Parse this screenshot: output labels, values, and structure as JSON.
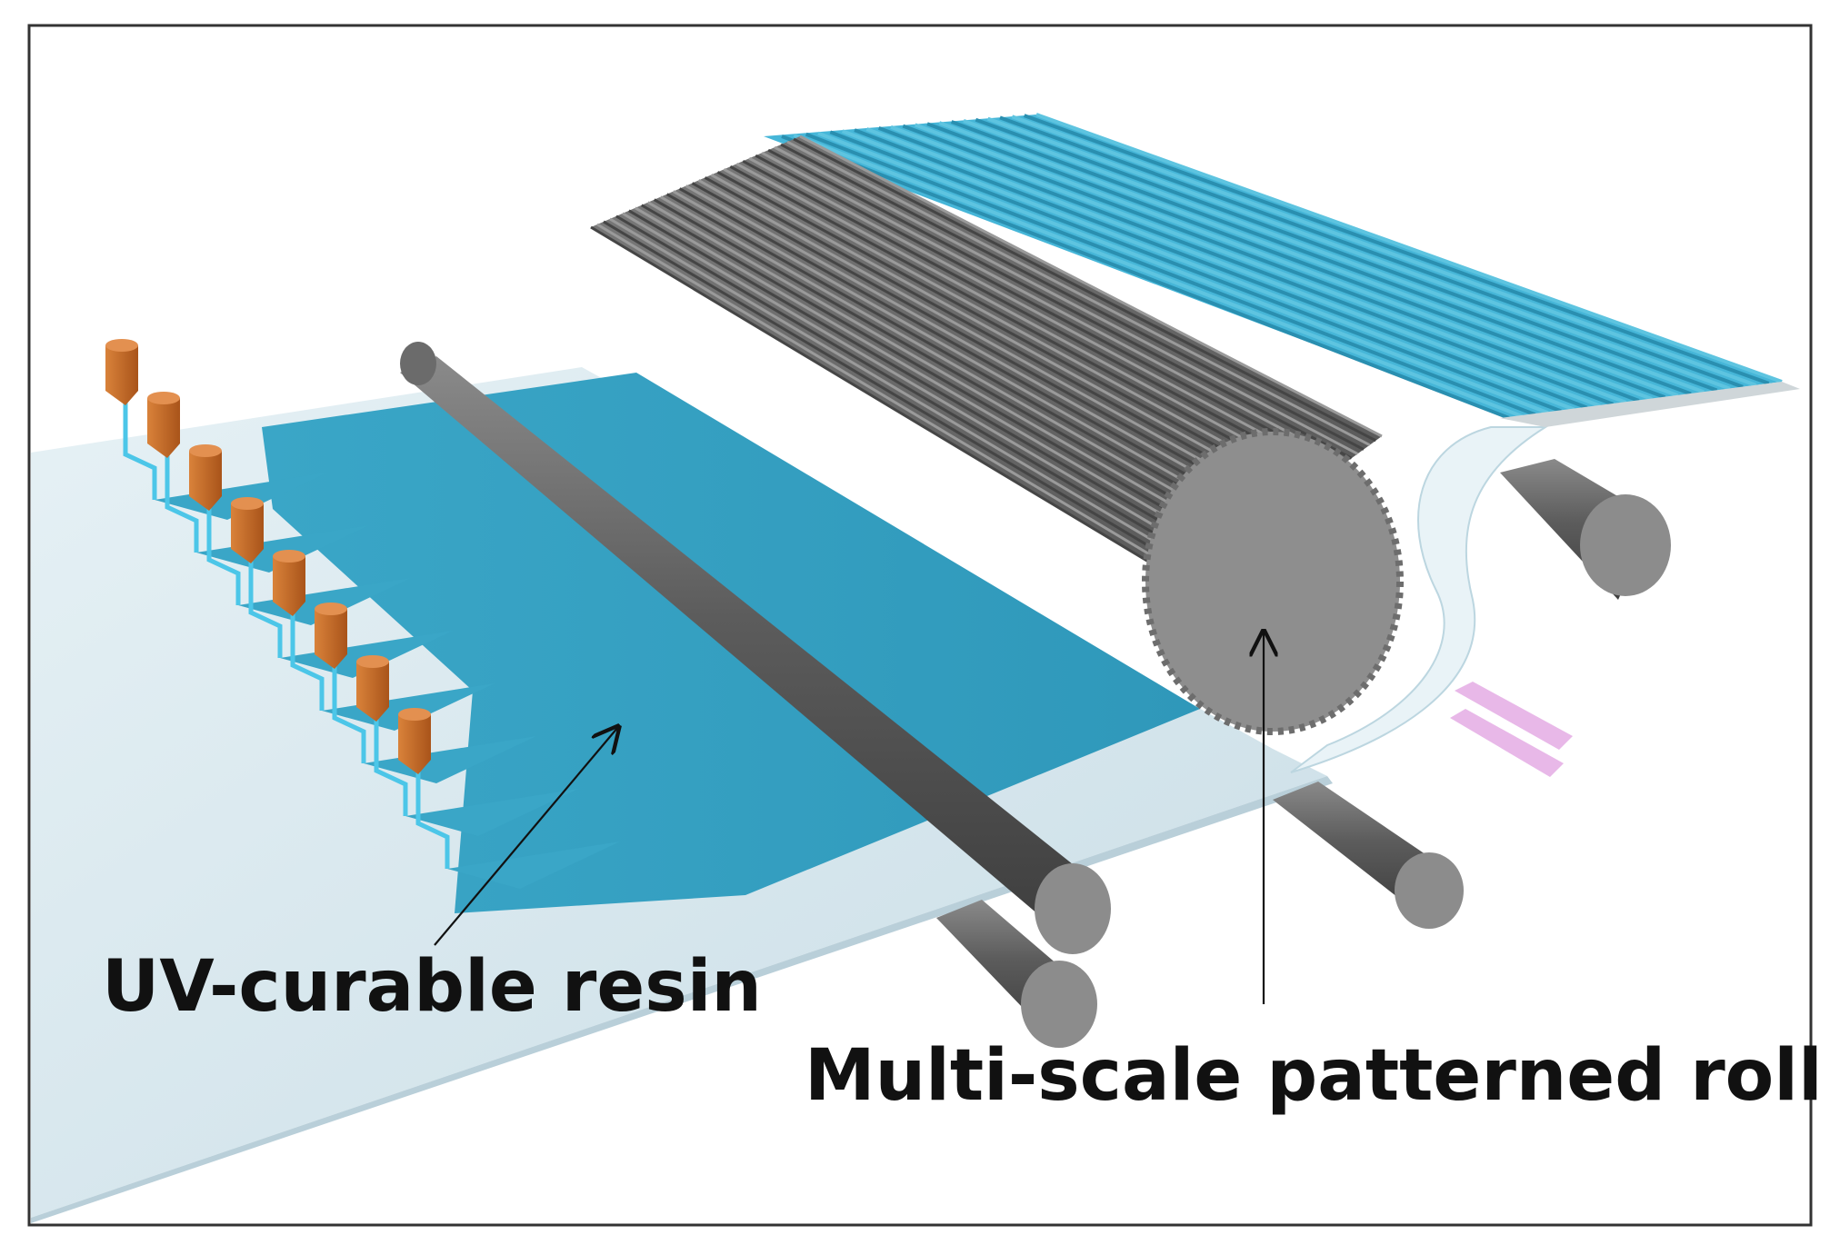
{
  "figure": {
    "labels": {
      "resin": "UV-curable resin",
      "roll": "Multi-scale patterned roll"
    },
    "colors": {
      "frame": "#333333",
      "background": "#ffffff",
      "substrate_top": "#dceaf0",
      "substrate_edge": "#b9cfd9",
      "resin": "#3aa6c7",
      "resin_light": "#5ec4e0",
      "patterned_film": "#46b6d8",
      "roller": "#5b5b5b",
      "roller_end": "#8c8c8c",
      "nozzle": "#c76a24",
      "nozzle_line": "#4cc6e8",
      "uv_light": "#e8b8e8",
      "text": "#111111"
    },
    "counts": {
      "nozzles": 8,
      "roll_ridges": 34,
      "film_stripes": 22
    }
  }
}
